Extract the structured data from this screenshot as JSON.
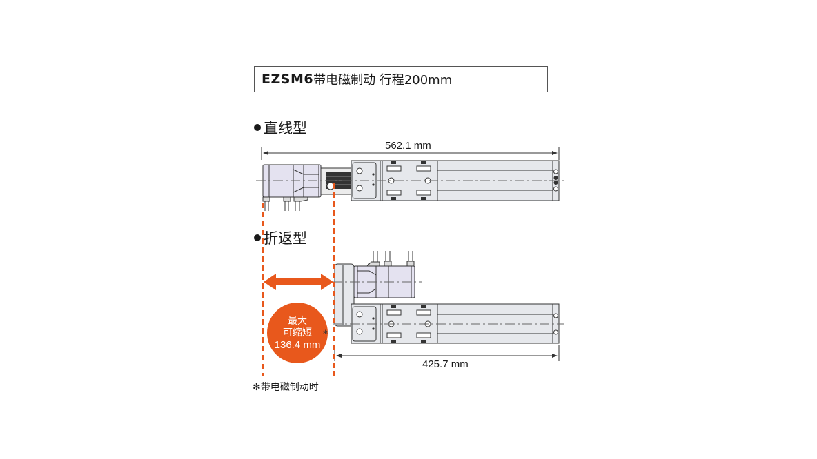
{
  "title": {
    "model": "EZSM6",
    "description": "带电磁制动 行程200mm"
  },
  "sections": [
    {
      "label": "直线型",
      "dimension": "562.1 mm"
    },
    {
      "label": "折返型",
      "dimension": "425.7 mm"
    }
  ],
  "badge": {
    "line1": "最大",
    "line2": "可缩短",
    "line3": "136.4 mm",
    "asterisk": "*"
  },
  "footnote": "✻带电磁制动时",
  "colors": {
    "accent": "#e8581c",
    "body_fill": "#e6e8ec",
    "motor_fill": "#e4e2f0",
    "outline": "#333333",
    "centerline": "#666666"
  }
}
